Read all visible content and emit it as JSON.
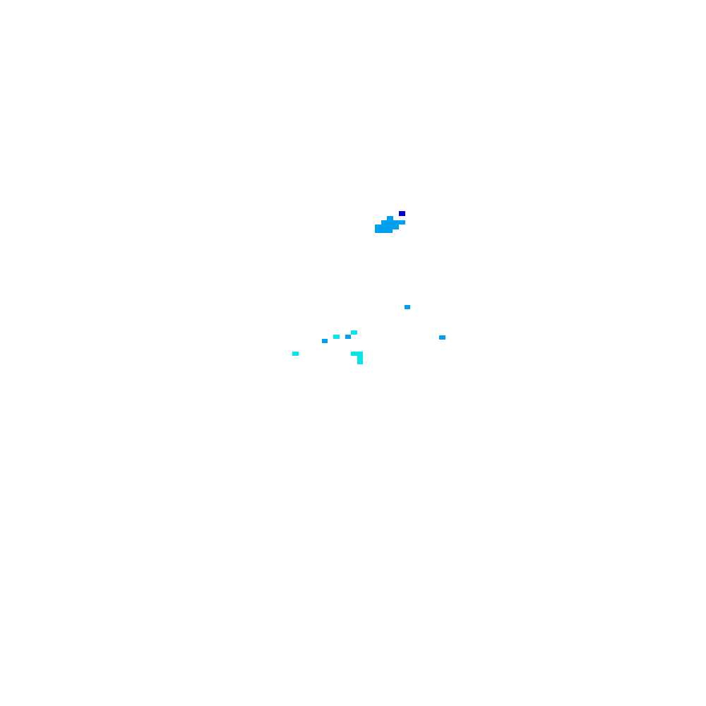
{
  "map": {
    "background": "#ffffff",
    "palette": {
      "dark_blue": "#0000d8",
      "medium_blue": "#00a0f0",
      "cyan": "#00e8e8"
    },
    "layer": "precipitation-intensity-raster",
    "cells": [
      {
        "level": "dark_blue"
      },
      {
        "level": "medium_blue"
      },
      {
        "level": "medium_blue"
      },
      {
        "level": "medium_blue"
      },
      {
        "level": "medium_blue"
      },
      {
        "level": "medium_blue"
      },
      {
        "level": "medium_blue"
      },
      {
        "level": "medium_blue"
      },
      {
        "level": "medium_blue"
      },
      {
        "level": "cyan"
      },
      {
        "level": "cyan"
      },
      {
        "level": "cyan"
      },
      {
        "level": "cyan"
      },
      {
        "level": "cyan"
      },
      {
        "level": "cyan"
      }
    ]
  }
}
